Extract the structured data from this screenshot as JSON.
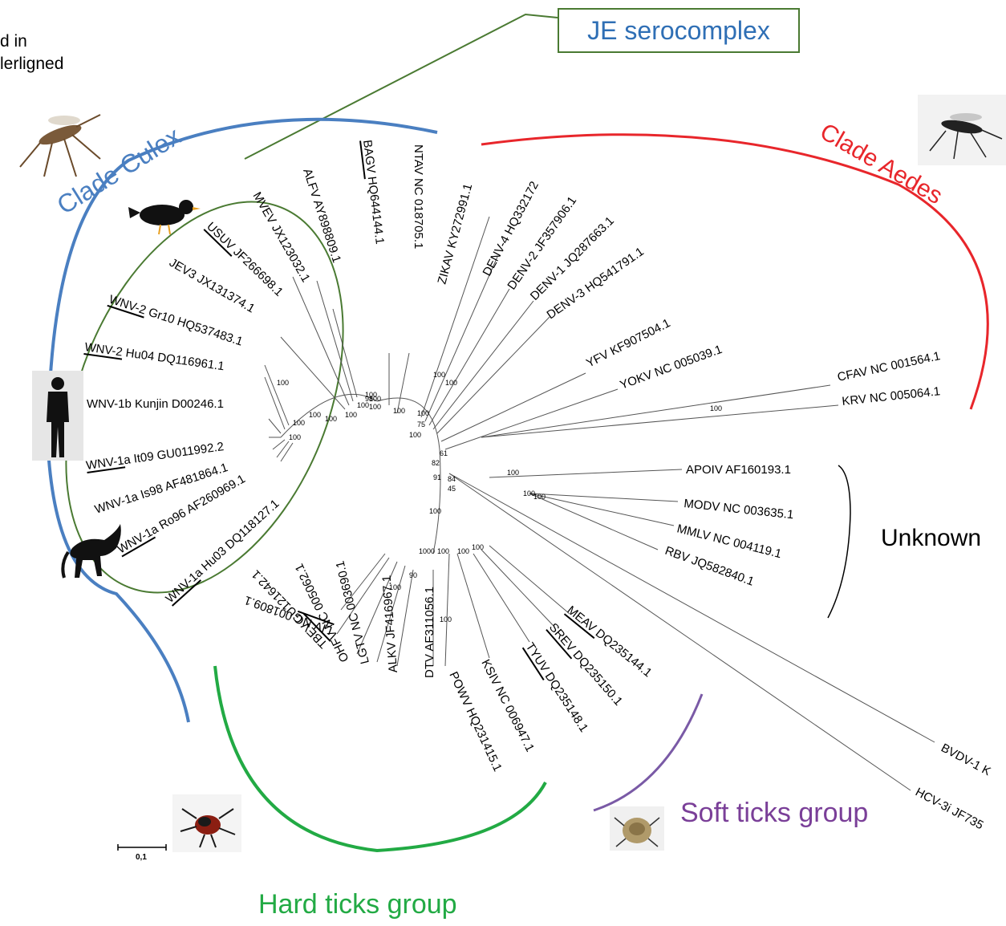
{
  "corner_text": {
    "line1": "d in",
    "line2": "lerligned"
  },
  "boxes": {
    "je_serocomplex": "JE serocomplex"
  },
  "clades": {
    "culex": "Clade Culex",
    "aedes": "Clade Aedes",
    "hard_ticks": "Hard ticks group",
    "soft_ticks": "Soft ticks group",
    "unknown": "Unknown"
  },
  "scale_label": "0,1",
  "colors": {
    "culex": "#4a7fc1",
    "aedes": "#e8262b",
    "hard": "#22aa44",
    "soft": "#7a5aa6",
    "je": "#4a7a32"
  },
  "leaves": [
    "BAGV HQ644144.1",
    "NTAV NC 018705.1",
    "ALFV AY898809.1",
    "MVEV JX123032.1",
    "USUV JF266698.1",
    "JEV3 JX131374.1",
    "WNV-2 Gr10 HQ537483.1",
    "WNV-2 Hu04 DQ116961.1",
    "WNV-1b Kunjin D00246.1",
    "WNV-1a It09 GU011992.2",
    "WNV-1a Is98 AF481864.1",
    "WNV-1a Ro96 AF260969.1",
    "WNV-1a Hu03 DQ118127.1",
    "ZIKAV KY272991.1",
    "DENV-4 HQ332172",
    "DENV-2 JF357906.1",
    "DENV-1 JQ287663.1",
    "DENV-3 HQ541791.1",
    "YFV KF907504.1",
    "YOKV NC 005039.1",
    "CFAV NC 001564.1",
    "KRV NC 005064.1",
    "APOIV AF160193.1",
    "MODV NC 003635.1",
    "MMLV NC 004119.1",
    "RBV JQ582840.1",
    "BVDV-1 K",
    "HCV-3i JF735",
    "LIV NC 001809.1",
    "TBEV GU121642.1",
    "OHFV NC 005062.1",
    "LGTV NC 003690.1",
    "ALKV JF416967.1",
    "DTV AF311056.1",
    "POWV HQ231415.1",
    "KSIV NC 006947.1",
    "TYUV DQ235148.1",
    "SREV DQ235150.1",
    "MEAV DQ235144.1"
  ],
  "bootstrap": [
    "100",
    "100",
    "100",
    "100",
    "100",
    "100",
    "100",
    "100",
    "100",
    "100",
    "75",
    "100",
    "100",
    "100",
    "61",
    "82",
    "91",
    "84",
    "45",
    "100",
    "100",
    "100",
    "100",
    "100",
    "100",
    "100",
    "90",
    "1000",
    "100",
    "100",
    "100",
    "98",
    "100",
    "100"
  ]
}
